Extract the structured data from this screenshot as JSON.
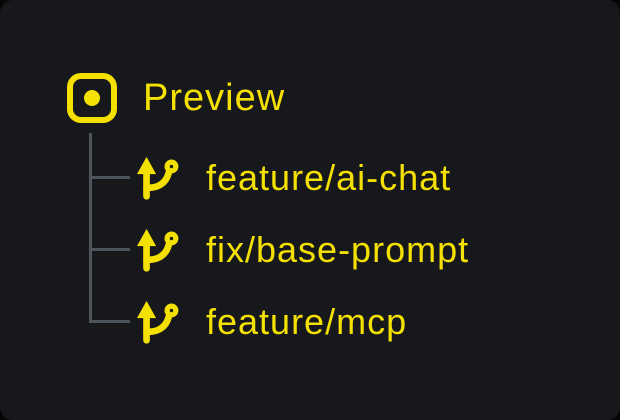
{
  "colors": {
    "page-bg": "#060607",
    "panel-bg": "#16181c",
    "accent": "#f5e003",
    "tree-line": "#4d545c"
  },
  "icons": {
    "root": "dot-in-square-icon",
    "branch": "git-branch-icon"
  },
  "tree": {
    "root": {
      "label": "Preview"
    },
    "branches": [
      {
        "label": "feature/ai-chat"
      },
      {
        "label": "fix/base-prompt"
      },
      {
        "label": "feature/mcp"
      }
    ]
  }
}
